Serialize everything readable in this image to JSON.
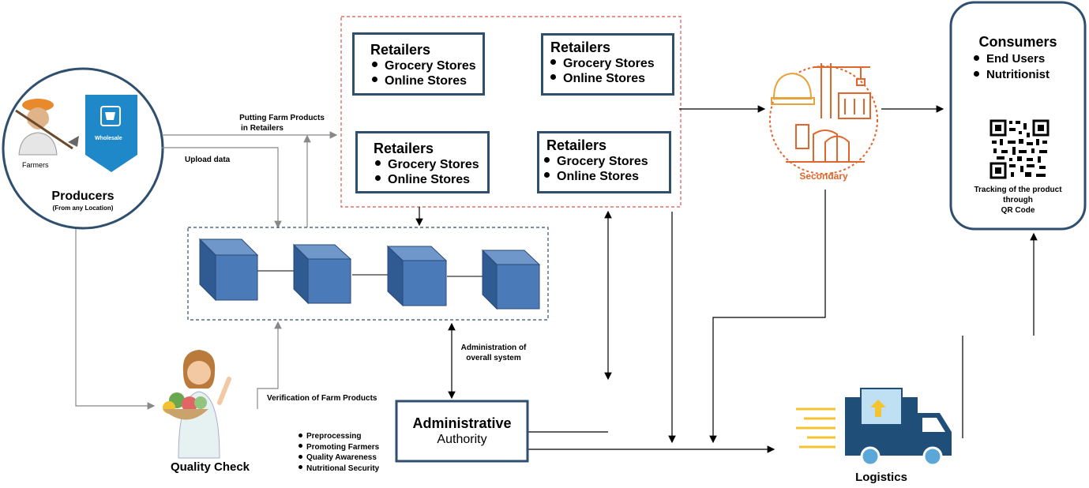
{
  "producers": {
    "title": "Producers",
    "subtitle": "(From any Location)",
    "farmers_label": "Farmers",
    "wholesale_label": "Wholesale"
  },
  "edges": {
    "putting_products": "Putting Farm Products",
    "in_retailers": "in Retailers",
    "upload_data": "Upload data",
    "verification": "Verification of Farm Products",
    "administration_1": "Administration of",
    "administration_2": "overall system"
  },
  "retailers": [
    {
      "title": "Retailers",
      "items": [
        "Grocery Stores",
        "Online Stores"
      ]
    },
    {
      "title": "Retailers",
      "items": [
        "Grocery Stores",
        "Online Stores"
      ]
    },
    {
      "title": "Retailers",
      "items": [
        "Grocery Stores",
        "Online Stores"
      ]
    },
    {
      "title": "Retailers",
      "items": [
        "Grocery Stores",
        "Online Stores"
      ]
    }
  ],
  "secondary": {
    "label": "Secondary"
  },
  "consumers": {
    "title": "Consumers",
    "items": [
      "End Users",
      "Nutritionist"
    ],
    "tracking_1": "Tracking of the product",
    "tracking_2": "through",
    "tracking_3": "QR Code"
  },
  "quality_check": {
    "label": "Quality Check"
  },
  "admin": {
    "title": "Administrative",
    "subtitle": "Authority",
    "bullets": [
      "Preprocessing",
      "Promoting Farmers",
      "Quality Awareness",
      "Nutritional Security"
    ]
  },
  "logistics": {
    "label": "Logistics"
  },
  "colors": {
    "box_border": "#2f4f6f",
    "cube_front": "#4a7ab8",
    "cube_top": "#6f97c9",
    "cube_side": "#2f5a92",
    "retail_dash": "#d9534f",
    "chain_dash": "#2f4f6f",
    "secondary": "#e0662b",
    "truck": "#1f4e79",
    "arrow_gray": "#888888"
  }
}
